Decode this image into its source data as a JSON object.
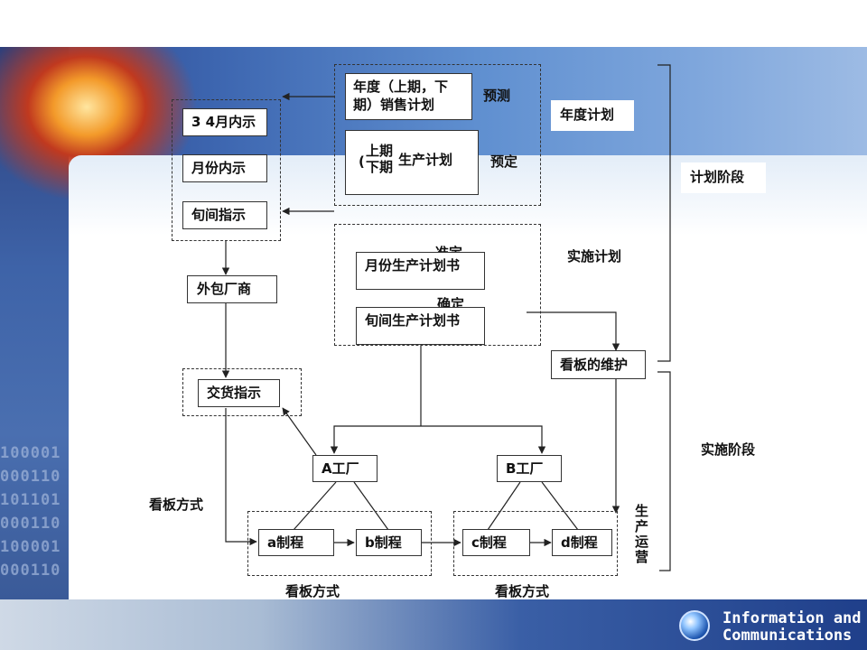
{
  "footer": {
    "line1": "Information  and",
    "line2": "Communications"
  },
  "binary": [
    "100001",
    "000110",
    "101101",
    "000110",
    "100001",
    "000110"
  ],
  "plan_group": {
    "annual_sales": "年度（上期，下期）销售计划",
    "forecast": "预测",
    "production_first_half": "上期",
    "production_second_half": "下期",
    "production_plan": "生产计划",
    "tentative": "预定",
    "bracket_mark": "("
  },
  "instructions": {
    "march_april": "3 4月内示",
    "monthly": "月份内示",
    "dekad": "旬间指示"
  },
  "implementation": {
    "monthly_plan": "月份生产计划书",
    "dekad_plan": "旬间生产计划书",
    "provisional": "准定",
    "confirmed": "确定"
  },
  "subcontractor": "外包厂商",
  "delivery": "交货指示",
  "factories": {
    "a": "A工厂",
    "b": "B工厂"
  },
  "processes": {
    "a": "a制程",
    "b": "b制程",
    "c": "c制程",
    "d": "d制程"
  },
  "kanban_method": "看板方式",
  "kanban_maintenance": "看板的维护",
  "production_operation": "生产运营",
  "side_labels": {
    "annual_plan": "年度计划",
    "implementation_plan": "实施计划",
    "planning_stage": "计划阶段",
    "execution_stage": "实施阶段"
  },
  "colors": {
    "accent": "#3d66b0",
    "line": "#333333",
    "background": "#ffffff"
  }
}
